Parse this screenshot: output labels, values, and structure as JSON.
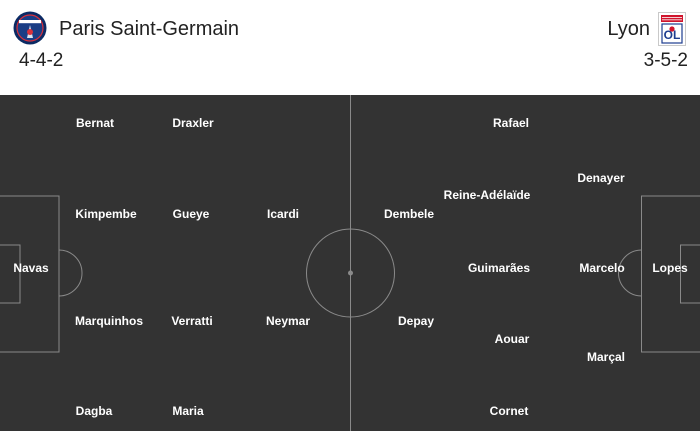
{
  "home": {
    "name": "Paris Saint-Germain",
    "formation": "4-4-2",
    "crest_icon": "psg-crest-icon",
    "crest_text": "PARIS",
    "color": "#0b2a64"
  },
  "away": {
    "name": "Lyon",
    "formation": "3-5-2",
    "crest_icon": "olympique-lyonnais-crest-icon",
    "color": "#d0142c"
  },
  "players": [
    {
      "id": "bernat",
      "name": "Bernat"
    },
    {
      "id": "draxler",
      "name": "Draxler"
    },
    {
      "id": "kimpembe",
      "name": "Kimpembe"
    },
    {
      "id": "gueye",
      "name": "Gueye"
    },
    {
      "id": "icardi",
      "name": "Icardi"
    },
    {
      "id": "navas",
      "name": "Navas"
    },
    {
      "id": "marquinhos",
      "name": "Marquinhos"
    },
    {
      "id": "verratti",
      "name": "Verratti"
    },
    {
      "id": "neymar",
      "name": "Neymar"
    },
    {
      "id": "dagba",
      "name": "Dagba"
    },
    {
      "id": "maria",
      "name": "Maria"
    },
    {
      "id": "rafael",
      "name": "Rafael"
    },
    {
      "id": "reine-adelaide",
      "name": "Reine-Adélaïde"
    },
    {
      "id": "denayer",
      "name": "Denayer"
    },
    {
      "id": "dembele",
      "name": "Dembele"
    },
    {
      "id": "guimaraes",
      "name": "Guimarães"
    },
    {
      "id": "marcelo",
      "name": "Marcelo"
    },
    {
      "id": "lopes",
      "name": "Lopes"
    },
    {
      "id": "depay",
      "name": "Depay"
    },
    {
      "id": "aouar",
      "name": "Aouar"
    },
    {
      "id": "marcal",
      "name": "Marçal"
    },
    {
      "id": "cornet",
      "name": "Cornet"
    }
  ],
  "pitch_color": "#333333",
  "line_color": "#8a8a8a"
}
